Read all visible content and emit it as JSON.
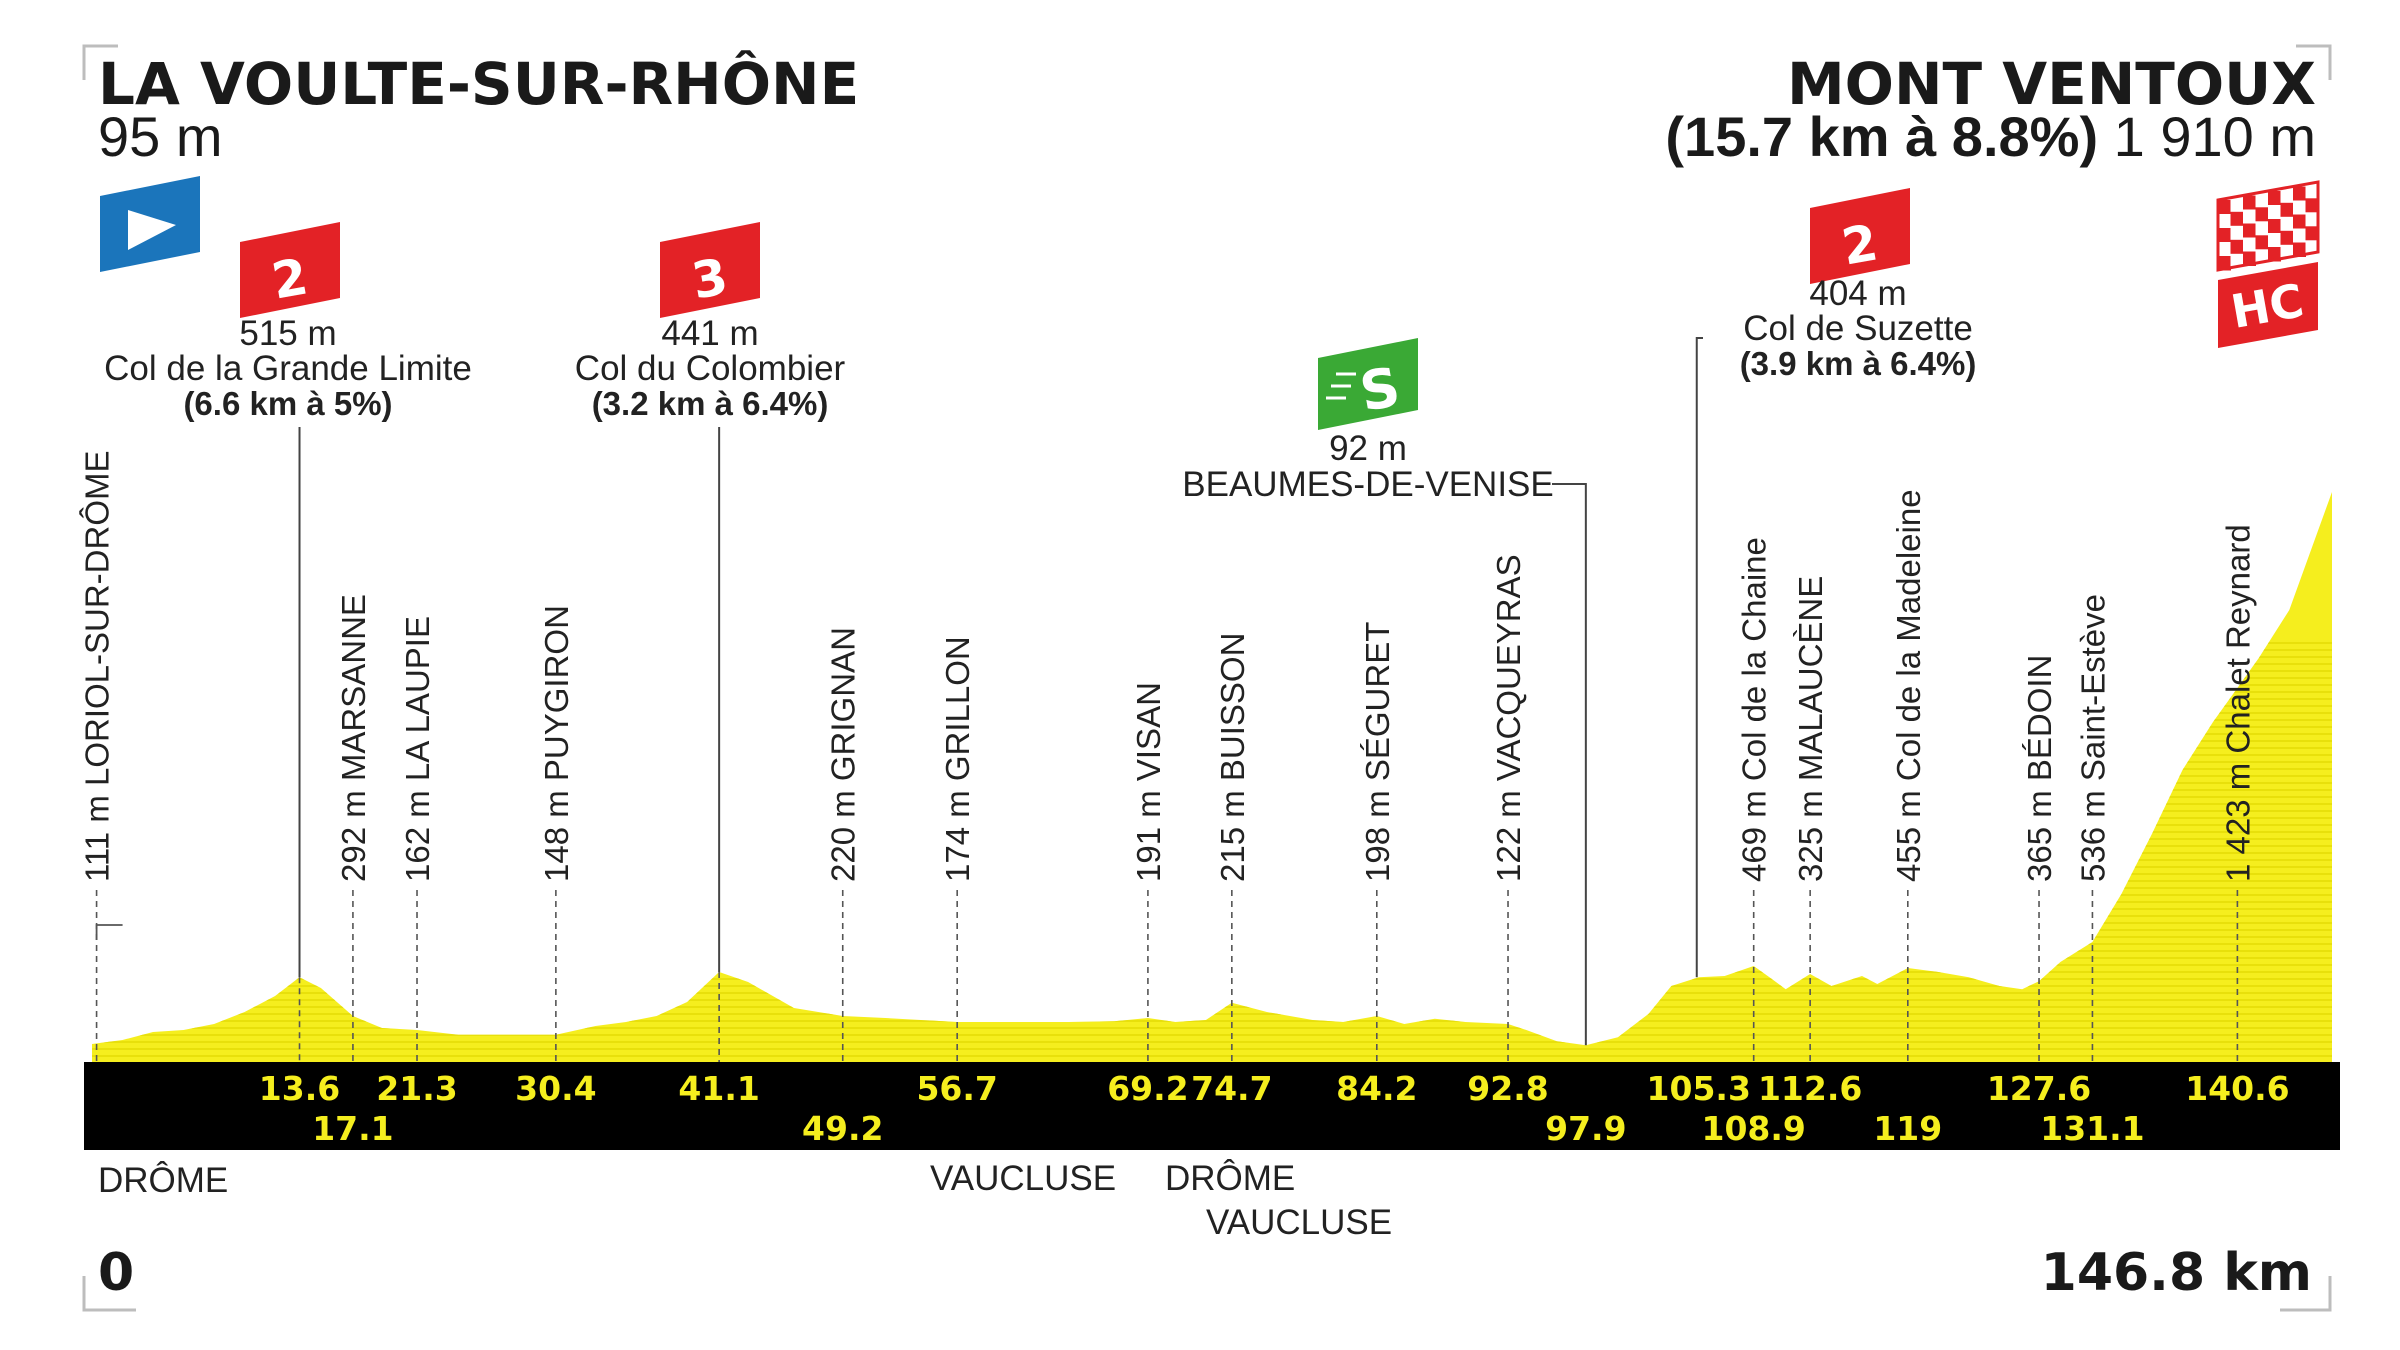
{
  "start": {
    "name": "LA VOULTE-SUR-RHÔNE",
    "alt": "95 m"
  },
  "finish": {
    "name": "MONT VENTOUX",
    "climb": "(15.7 km à 8.8%)",
    "alt": "1 910 m"
  },
  "distance": {
    "start": "0",
    "total": "146.8 km"
  },
  "colors": {
    "profile": "#f5ee1e",
    "band": "#000000",
    "km_text": "#f5ee1e",
    "cat_flag": "#e32226",
    "sprint_flag": "#3aa935",
    "start_flag": "#1b75bb"
  },
  "chart_data": {
    "type": "area",
    "x_range": [
      0,
      146.8
    ],
    "profile": [
      [
        0,
        95
      ],
      [
        2,
        105
      ],
      [
        4,
        125
      ],
      [
        6,
        130
      ],
      [
        8,
        145
      ],
      [
        10,
        175
      ],
      [
        12,
        215
      ],
      [
        13.6,
        262
      ],
      [
        15,
        235
      ],
      [
        17.1,
        165
      ],
      [
        19,
        135
      ],
      [
        21.3,
        130
      ],
      [
        24,
        118
      ],
      [
        27,
        118
      ],
      [
        30.4,
        118
      ],
      [
        33,
        140
      ],
      [
        35,
        150
      ],
      [
        37,
        165
      ],
      [
        39,
        200
      ],
      [
        41.1,
        275
      ],
      [
        43,
        250
      ],
      [
        46,
        185
      ],
      [
        49.2,
        165
      ],
      [
        52,
        160
      ],
      [
        56.7,
        150
      ],
      [
        60,
        150
      ],
      [
        64,
        150
      ],
      [
        67,
        152
      ],
      [
        69.2,
        160
      ],
      [
        71,
        150
      ],
      [
        73,
        155
      ],
      [
        74.7,
        198
      ],
      [
        77,
        175
      ],
      [
        80,
        155
      ],
      [
        82,
        150
      ],
      [
        84.2,
        165
      ],
      [
        86,
        145
      ],
      [
        88,
        158
      ],
      [
        90,
        150
      ],
      [
        92.8,
        145
      ],
      [
        94,
        130
      ],
      [
        96,
        102
      ],
      [
        97.9,
        92
      ],
      [
        100,
        112
      ],
      [
        102,
        170
      ],
      [
        103.5,
        240
      ],
      [
        105.3,
        262
      ],
      [
        107,
        265
      ],
      [
        108.9,
        290
      ],
      [
        110,
        260
      ],
      [
        111,
        232
      ],
      [
        112.6,
        270
      ],
      [
        114,
        240
      ],
      [
        116,
        265
      ],
      [
        117,
        245
      ],
      [
        119,
        285
      ],
      [
        121,
        275
      ],
      [
        123,
        262
      ],
      [
        125,
        240
      ],
      [
        126.5,
        232
      ],
      [
        127.6,
        252
      ],
      [
        129,
        300
      ],
      [
        131.1,
        350
      ],
      [
        133,
        470
      ],
      [
        135,
        620
      ],
      [
        137,
        780
      ],
      [
        139,
        900
      ],
      [
        140.6,
        985
      ],
      [
        142,
        1060
      ],
      [
        144,
        1180
      ],
      [
        146.8,
        1475
      ]
    ],
    "km_markers": [
      {
        "km": 13.6,
        "label": "13.6",
        "row": 1
      },
      {
        "km": 17.1,
        "label": "17.1",
        "row": 2
      },
      {
        "km": 21.3,
        "label": "21.3",
        "row": 1
      },
      {
        "km": 30.4,
        "label": "30.4",
        "row": 1
      },
      {
        "km": 41.1,
        "label": "41.1",
        "row": 1
      },
      {
        "km": 49.2,
        "label": "49.2",
        "row": 2
      },
      {
        "km": 56.7,
        "label": "56.7",
        "row": 1
      },
      {
        "km": 69.2,
        "label": "69.2",
        "row": 1
      },
      {
        "km": 74.7,
        "label": "74.7",
        "row": 1
      },
      {
        "km": 84.2,
        "label": "84.2",
        "row": 1
      },
      {
        "km": 92.8,
        "label": "92.8",
        "row": 1
      },
      {
        "km": 97.9,
        "label": "97.9",
        "row": 2
      },
      {
        "km": 105.3,
        "label": "105.3",
        "row": 1
      },
      {
        "km": 108.9,
        "label": "108.9",
        "row": 2
      },
      {
        "km": 112.6,
        "label": "112.6",
        "row": 1
      },
      {
        "km": 119,
        "label": "119",
        "row": 2
      },
      {
        "km": 127.6,
        "label": "127.6",
        "row": 1
      },
      {
        "km": 131.1,
        "label": "131.1",
        "row": 2
      },
      {
        "km": 140.6,
        "label": "140.6",
        "row": 1
      }
    ],
    "places": [
      {
        "km": 0.3,
        "label": "111 m LORIOL-SUR-DRÔME"
      },
      {
        "km": 17.1,
        "label": "292 m MARSANNE"
      },
      {
        "km": 21.3,
        "label": "162 m LA LAUPIE"
      },
      {
        "km": 30.4,
        "label": "148 m PUYGIRON"
      },
      {
        "km": 49.2,
        "label": "220 m GRIGNAN"
      },
      {
        "km": 56.7,
        "label": "174 m GRILLON"
      },
      {
        "km": 69.2,
        "label": "191 m VISAN"
      },
      {
        "km": 74.7,
        "label": "215 m BUISSON"
      },
      {
        "km": 84.2,
        "label": "198 m SÉGURET"
      },
      {
        "km": 92.8,
        "label": "122 m VACQUEYRAS"
      },
      {
        "km": 108.9,
        "label": "469 m Col de la Chaine"
      },
      {
        "km": 112.6,
        "label": "325 m MALAUCÈNE"
      },
      {
        "km": 119,
        "label": "455 m Col de la Madeleine"
      },
      {
        "km": 127.6,
        "label": "365 m BÉDOIN"
      },
      {
        "km": 131.1,
        "label": "536 m Saint-Estève"
      },
      {
        "km": 140.6,
        "label": "1 423 m Chalet Reynard"
      }
    ],
    "climbs": [
      {
        "km": 13.6,
        "category": "2",
        "alt": "515 m",
        "name": "Col de la Grande Limite",
        "detail": "(6.6 km à 5%)"
      },
      {
        "km": 41.1,
        "category": "3",
        "alt": "441 m",
        "name": "Col du Colombier",
        "detail": "(3.2 km à 6.4%)"
      },
      {
        "km": 105.3,
        "category": "2",
        "alt": "404 m",
        "name": "Col de Suzette",
        "detail": "(3.9 km à 6.4%)"
      }
    ],
    "sprint": {
      "km": 97.9,
      "symbol": "S",
      "alt": "92 m",
      "name": "BEAUMES-DE-VENISE"
    },
    "finish_category": "HC",
    "regions": [
      {
        "label": "DRÔME"
      },
      {
        "label": "VAUCLUSE"
      },
      {
        "label": "DRÔME"
      },
      {
        "label": "VAUCLUSE"
      }
    ]
  }
}
